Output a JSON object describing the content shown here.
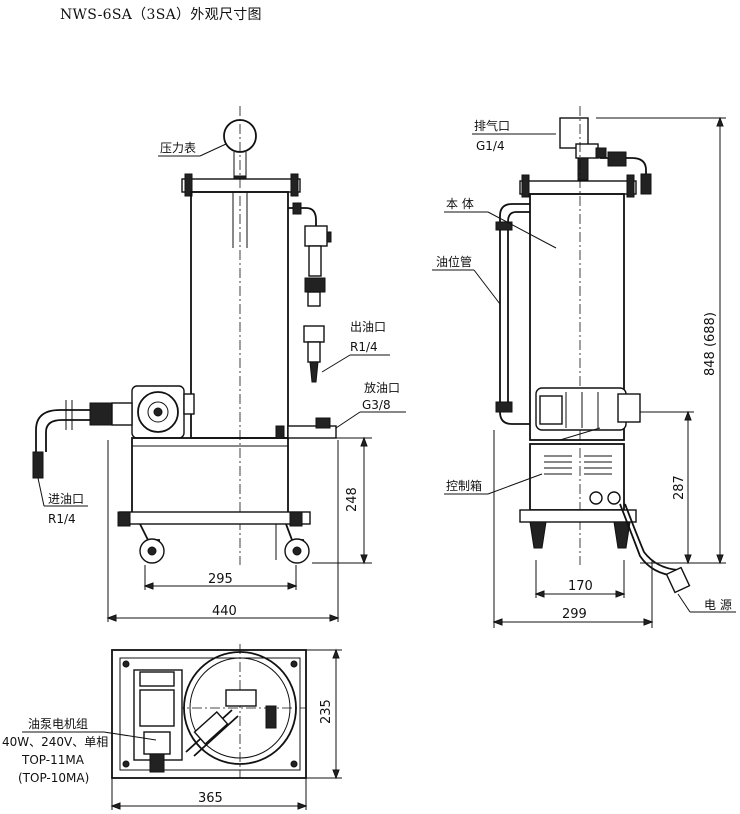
{
  "title": "NWS-6SA（3SA）外观尺寸图",
  "labels": {
    "pressure_gauge": "压力表",
    "outlet": "出油口",
    "outlet_size": "R1/4",
    "drain": "放油口",
    "drain_size": "G3/8",
    "inlet": "进油口",
    "inlet_size": "R1/4",
    "vent": "排气口",
    "vent_size": "G1/4",
    "body": "本 体",
    "level_tube": "油位管",
    "control_box": "控制箱",
    "power": "电 源",
    "pump_motor": "油泵电机组",
    "motor_spec": "40W、240V、单相",
    "motor_model": "TOP-11MA",
    "motor_model_alt": "(TOP-10MA)"
  },
  "dimensions": {
    "front_height": "248",
    "front_inner_width": "295",
    "front_width": "440",
    "side_total_height": "848 (688)",
    "side_height": "287",
    "side_inner_width": "170",
    "side_width": "299",
    "top_depth": "235",
    "top_width": "365"
  }
}
